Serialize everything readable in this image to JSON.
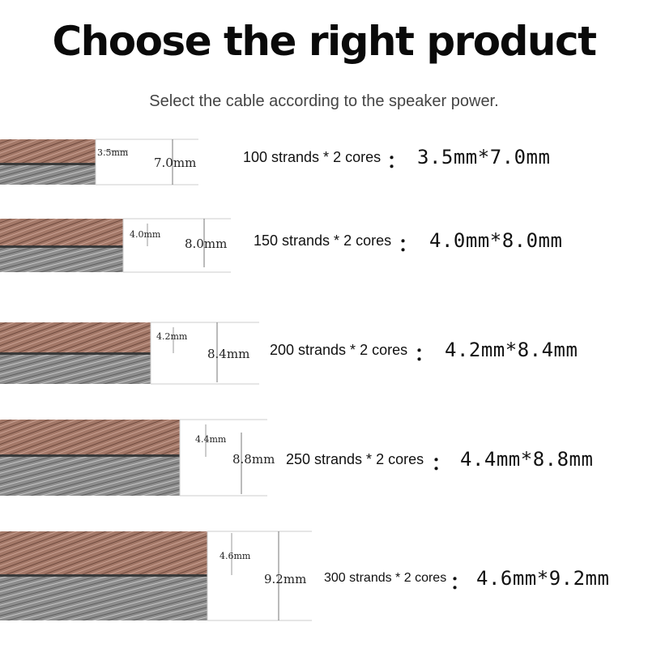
{
  "title": "Choose the right product",
  "subtitle": "Select the cable according to the speaker power.",
  "separator": "：",
  "colors": {
    "copper_core": "#9c7060",
    "silver_core": "#8a8a8a",
    "guide_line": "#cccccc"
  },
  "rows": [
    {
      "core_label": "3.5mm",
      "width_label": "7.0mm",
      "strands": "100 strands * 2 cores",
      "value": "3.5mm*7.0mm"
    },
    {
      "core_label": "4.0mm",
      "width_label": "8.0mm",
      "strands": "150 strands * 2 cores",
      "value": "4.0mm*8.0mm"
    },
    {
      "core_label": "4.2mm",
      "width_label": "8.4mm",
      "strands": "200 strands * 2 cores",
      "value": "4.2mm*8.4mm"
    },
    {
      "core_label": "4.4mm",
      "width_label": "8.8mm",
      "strands": "250 strands * 2 cores",
      "value": "4.4mm*8.8mm"
    },
    {
      "core_label": "4.6mm",
      "width_label": "9.2mm",
      "strands": "300 strands * 2 cores",
      "value": "4.6mm*9.2mm"
    }
  ]
}
